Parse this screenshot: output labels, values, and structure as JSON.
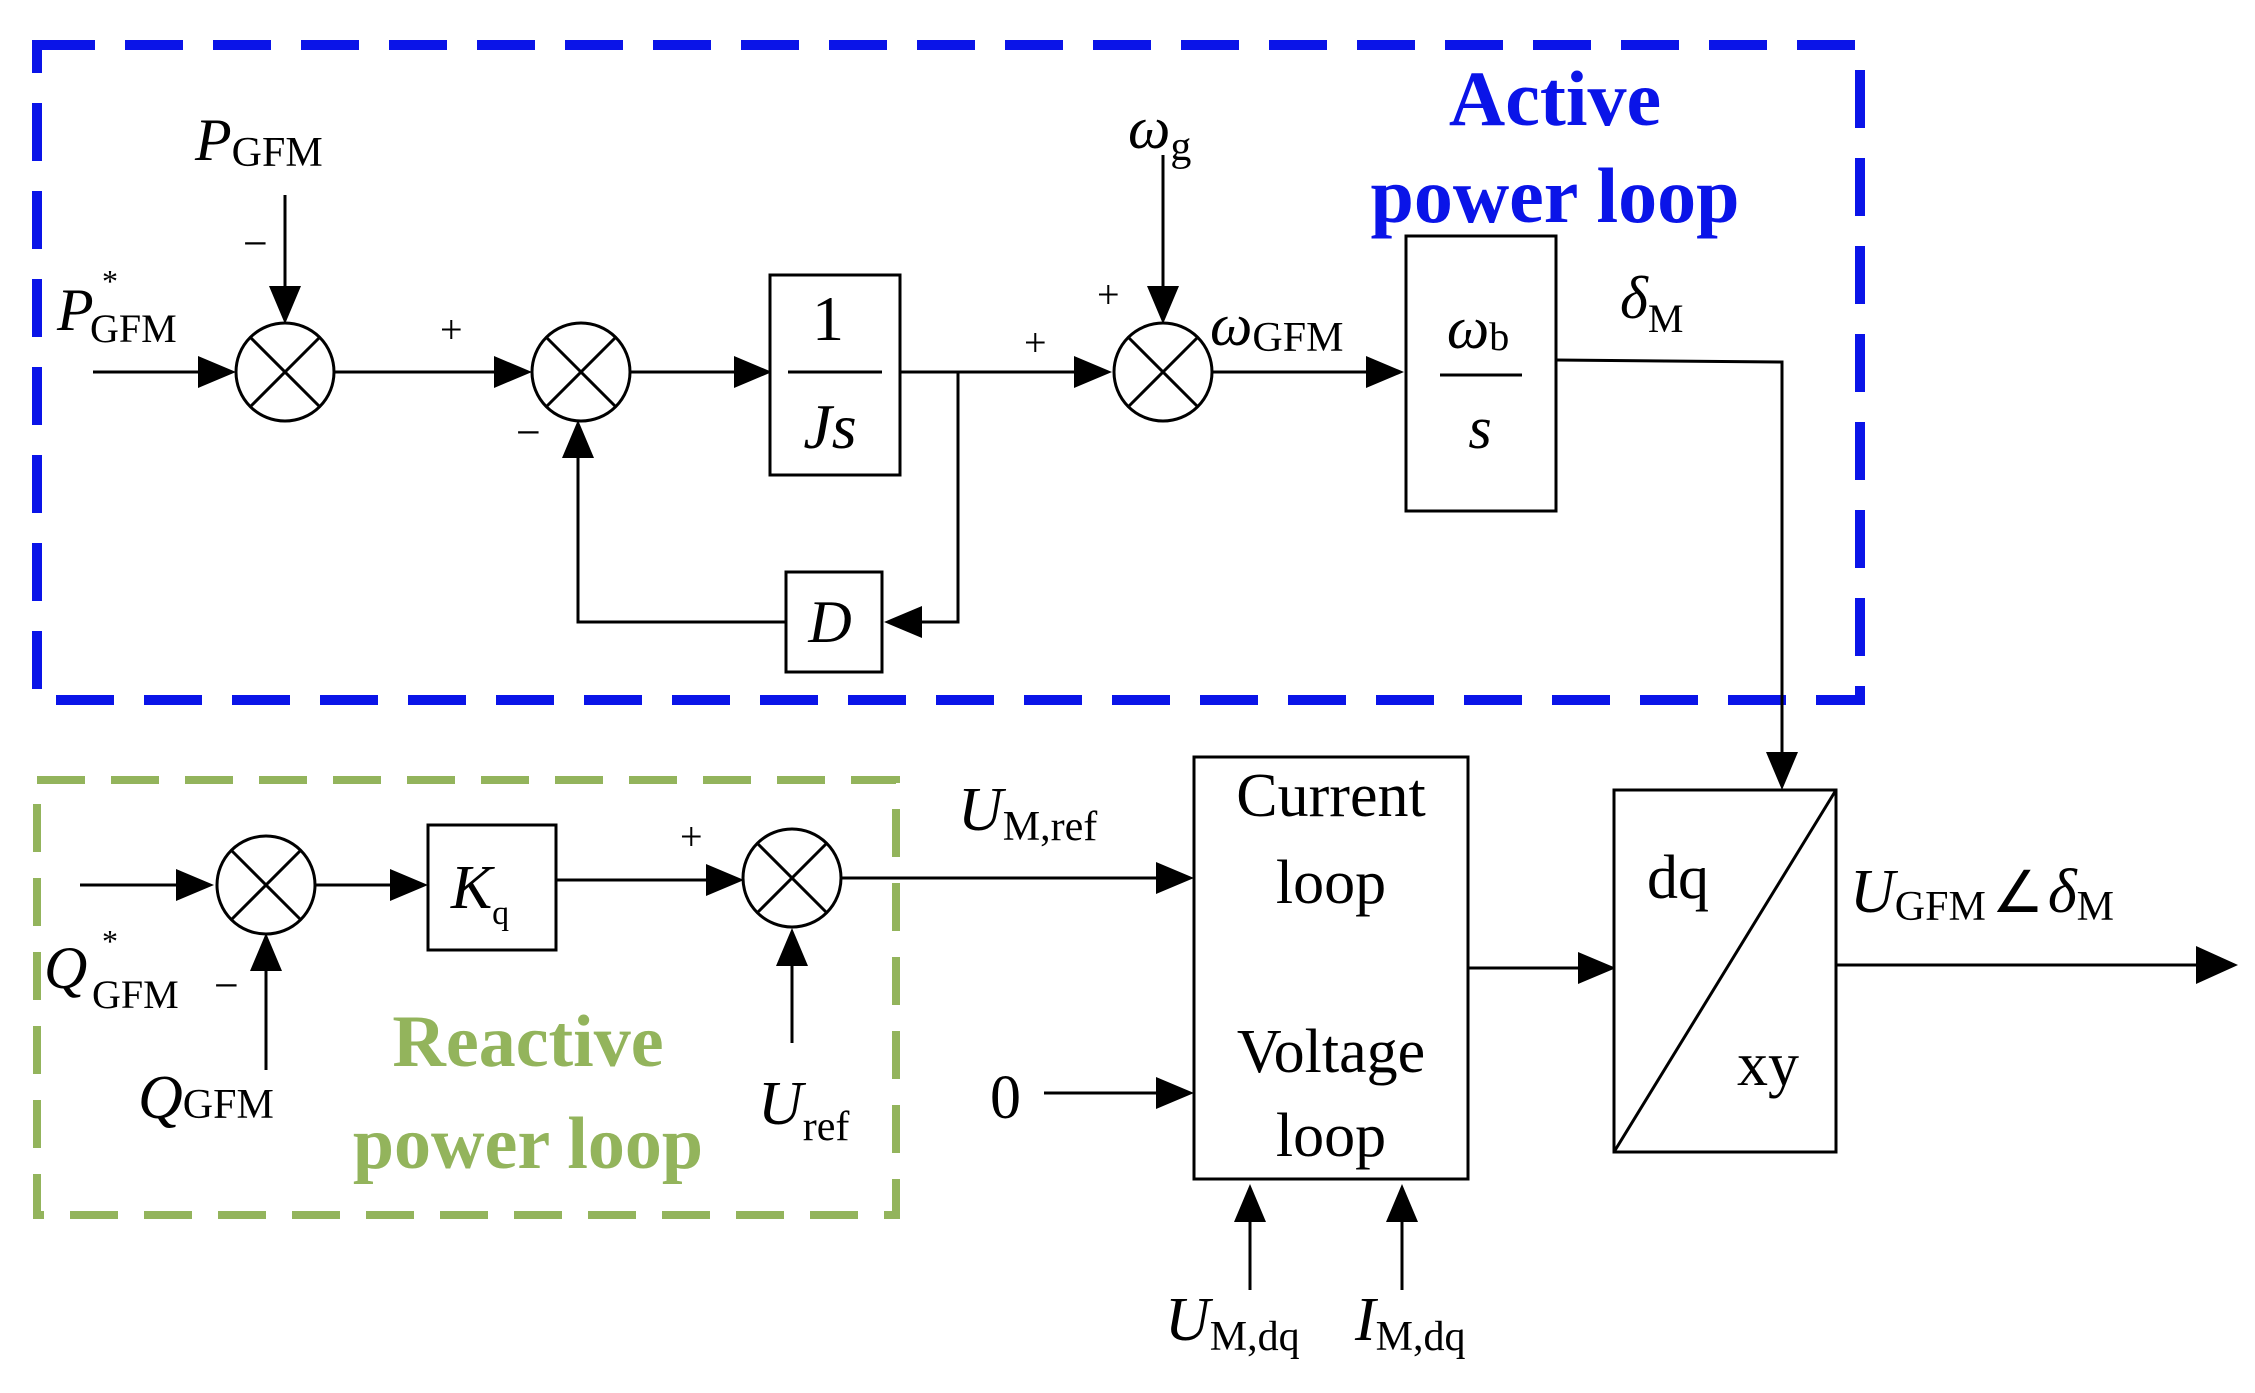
{
  "colors": {
    "active": "#0a14e8",
    "reactive": "#93b45c",
    "line": "#000000"
  },
  "regions": {
    "active_title_1": "Active",
    "active_title_2": "power loop",
    "reactive_title_1": "Reactive",
    "reactive_title_2": "power loop"
  },
  "signals": {
    "p_gfm": {
      "main": "P",
      "sub": "GFM"
    },
    "p_gfm_ref": {
      "main": "P",
      "sub": "GFM",
      "sup": "*"
    },
    "omega_g": {
      "main": "ω",
      "sub": "g"
    },
    "omega_gfm": {
      "main": "ω",
      "sub": "GFM"
    },
    "delta_m": {
      "main": "δ",
      "sub": "M"
    },
    "u_m_ref": {
      "main": "U",
      "sub": "M,ref"
    },
    "q_gfm_ref": {
      "main": "Q",
      "sub": "GFM",
      "sup": "*"
    },
    "q_gfm": {
      "main": "Q",
      "sub": "GFM"
    },
    "u_ref": {
      "main": "U",
      "sub": "ref"
    },
    "zero": "0",
    "u_m_dq": {
      "main": "U",
      "sub": "M,dq"
    },
    "i_m_dq": {
      "main": "I",
      "sub": "M,dq"
    },
    "output": {
      "u": "U",
      "u_sub": "GFM",
      "angle": "∠",
      "delta": "δ",
      "delta_sub": "M"
    }
  },
  "blocks": {
    "inertia": {
      "num": "1",
      "den": "Js"
    },
    "integrator": {
      "num_main": "ω",
      "num_sub": "b",
      "den": "s"
    },
    "damping": "D",
    "kq": {
      "main": "K",
      "sub": "q"
    },
    "controller": {
      "line1": "Current",
      "line2": "loop",
      "line3": "Voltage",
      "line4": "loop"
    },
    "transform": {
      "top": "dq",
      "bottom": "xy"
    }
  },
  "signs": {
    "s1_top": "−",
    "s2_left": "+",
    "s2_bottom": "−",
    "s3_top": "+",
    "s3_left": "+",
    "s4_bottom": "−",
    "s5_left": "+"
  }
}
